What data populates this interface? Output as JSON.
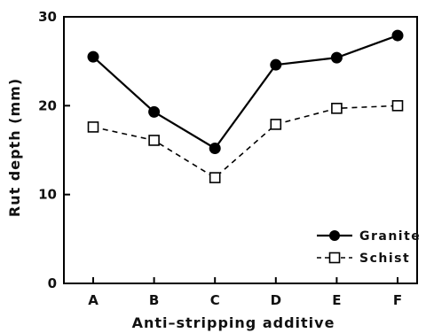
{
  "chart_data": {
    "type": "line",
    "title": "",
    "xlabel": "Anti–stripping additive",
    "ylabel": "Rut depth (mm)",
    "categories": [
      "A",
      "B",
      "C",
      "D",
      "E",
      "F"
    ],
    "ylim": [
      0,
      30
    ],
    "yticks": [
      0,
      10,
      20,
      30
    ],
    "grid": false,
    "legend_position": "bottom-right",
    "series": [
      {
        "name": "Granite",
        "values": [
          25.5,
          19.3,
          15.2,
          24.6,
          25.4,
          27.9
        ],
        "line_style": "solid",
        "marker": "filled-circle",
        "color": "#000000"
      },
      {
        "name": "Schist",
        "values": [
          17.6,
          16.1,
          11.9,
          17.9,
          19.7,
          20.0
        ],
        "line_style": "dashed",
        "marker": "open-square",
        "color": "#000000"
      }
    ]
  }
}
